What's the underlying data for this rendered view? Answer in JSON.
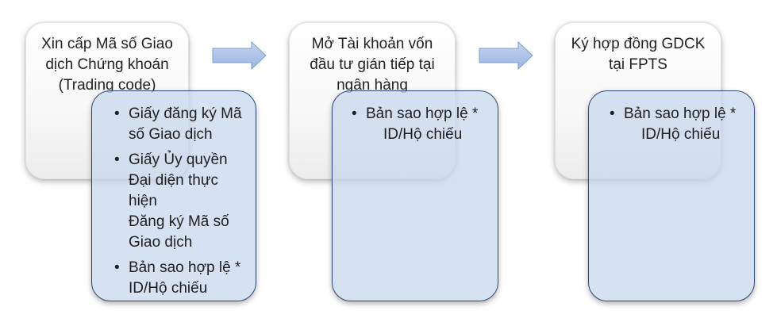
{
  "steps": [
    {
      "title": [
        "Xin cấp Mã số Giao",
        "dịch Chứng khoán",
        "(Trading code)"
      ],
      "items": [
        [
          "Giấy đăng ký Mã",
          "số Giao dịch"
        ],
        [
          "Giấy Ủy quyền",
          "Đại diện thực hiện",
          "Đăng ký Mã số",
          "Giao dịch"
        ],
        [
          "Bản sao hợp lệ *",
          "ID/Hộ chiếu"
        ]
      ]
    },
    {
      "title": [
        "Mở Tài khoản vốn",
        "đầu tư gián tiếp tại",
        "ngân hàng"
      ],
      "items": [
        [
          "Bản sao hợp lệ *",
          "ID/Hộ chiếu"
        ]
      ]
    },
    {
      "title": [
        "Ký hợp đồng GDCK",
        "tại FPTS"
      ],
      "items": [
        [
          "Bản sao hợp lệ *",
          "ID/Hộ chiếu"
        ]
      ]
    }
  ],
  "colors": {
    "detail_fill": "#c8d6ec",
    "detail_border": "#2d4a78",
    "arrow_fill": "#a9c0e6",
    "arrow_border": "#7f9dcc"
  },
  "bullet_glyph": "•"
}
